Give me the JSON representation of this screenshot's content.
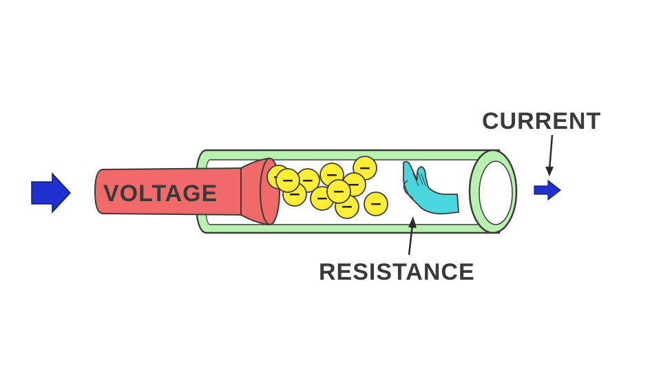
{
  "diagram": {
    "labels": {
      "voltage": "VOLTAGE",
      "current": "CURRENT",
      "resistance": "RESISTANCE"
    },
    "electron_symbol": "−",
    "electron_count": 11,
    "colors": {
      "pipe": "#b8f0b0",
      "outline": "#3a3a3a",
      "plunger": "#f06a6a",
      "electron": "#ffee33",
      "hand": "#49d6dc",
      "arrow": "#1f2fd0"
    }
  }
}
